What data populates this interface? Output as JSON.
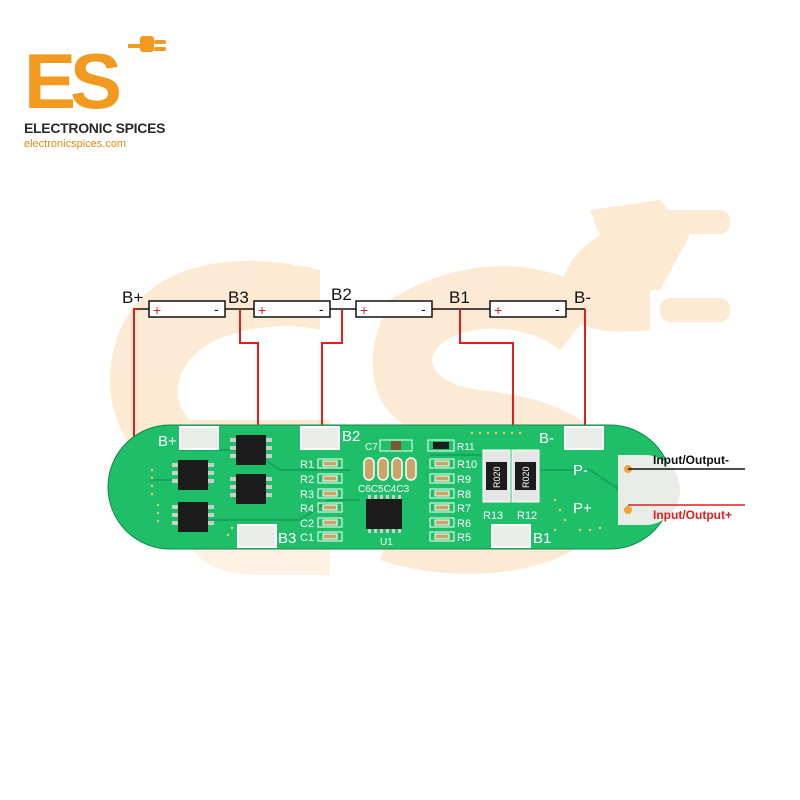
{
  "brand": {
    "name": "ELECTRONIC SPICES",
    "url": "electronicspices.com",
    "logo_letters": "ES",
    "accent": "#f29a1f"
  },
  "wiring": {
    "top_labels": {
      "b_plus": "B+",
      "b3": "B3",
      "b2": "B2",
      "b1": "B1",
      "b_minus": "B-"
    },
    "cell_plus": "+",
    "cell_minus": "-",
    "wire_color": "#e01e1e"
  },
  "board": {
    "color": "#1fbf6a",
    "pads": {
      "b_plus": "B+",
      "b3": "B3",
      "b2": "B2",
      "b1": "B1",
      "b_minus": "B-"
    },
    "terminals": {
      "p_minus": "P-",
      "p_plus": "P+"
    },
    "resistors_left": [
      "R1",
      "R2",
      "R3",
      "R4"
    ],
    "caps_left": [
      "C2",
      "C1"
    ],
    "resistors_right": [
      "R10",
      "R9",
      "R8",
      "R7",
      "R6",
      "R5"
    ],
    "cap_row": "C6C5C4C3",
    "top_parts": {
      "c7": "C7",
      "r11": "R11"
    },
    "ic": "U1",
    "shunts": {
      "marking": "R020",
      "left": "R13",
      "right": "R12"
    }
  },
  "outputs": {
    "minus": "Input/Output-",
    "plus": "Input/Output+"
  }
}
